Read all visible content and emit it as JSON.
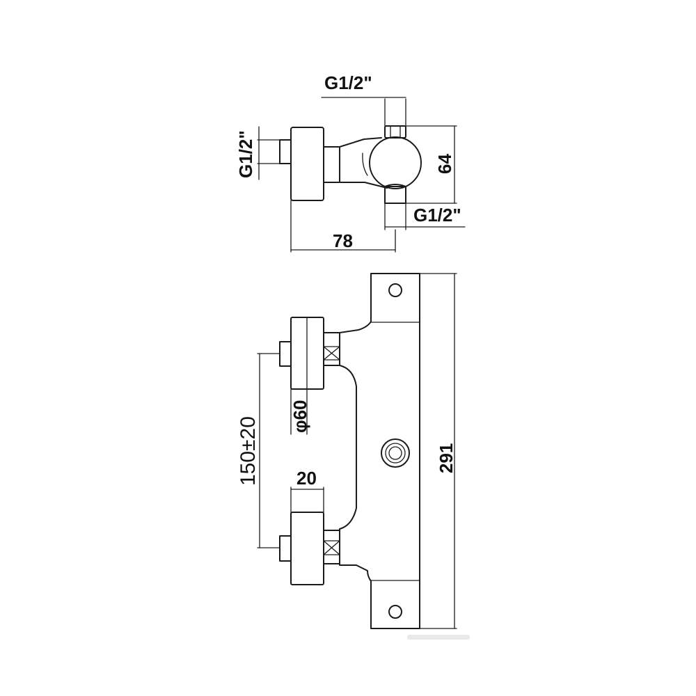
{
  "top_view": {
    "thread_top": "G1/2\"",
    "thread_left": "G1/2\"",
    "thread_bottom": "G1/2\"",
    "height_dim": "64",
    "depth_dim": "78"
  },
  "front_view": {
    "diameter_dim": "φ60",
    "center_distance_dim": "150±20",
    "eccentric_dim": "20",
    "overall_length_dim": "291"
  },
  "colors": {
    "line": "#1a1a1a",
    "background": "#ffffff"
  }
}
